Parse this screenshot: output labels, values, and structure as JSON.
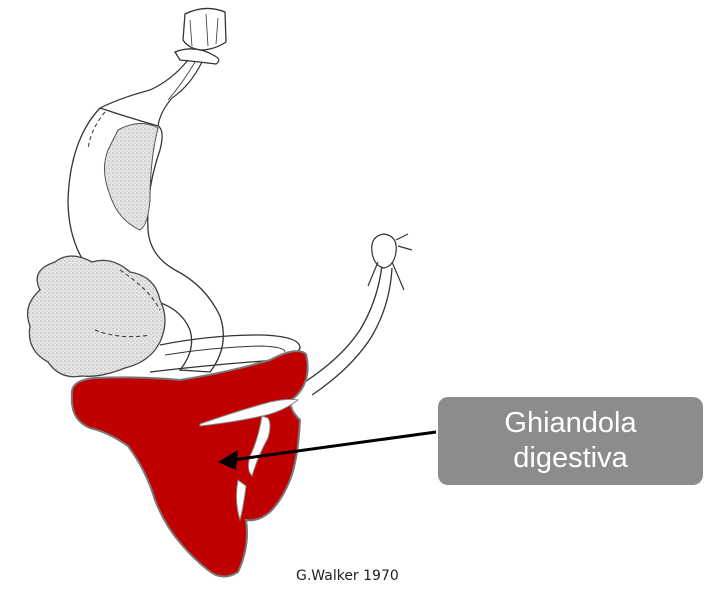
{
  "label": {
    "line1": "Ghiandola",
    "line2": "digestiva"
  },
  "caption": "G.Walker 1970",
  "colors": {
    "digestive_gland": "#c00000",
    "label_box": "#8c8c8c",
    "stippled_tissue": "#d9d9d9",
    "outline": "#333333"
  }
}
